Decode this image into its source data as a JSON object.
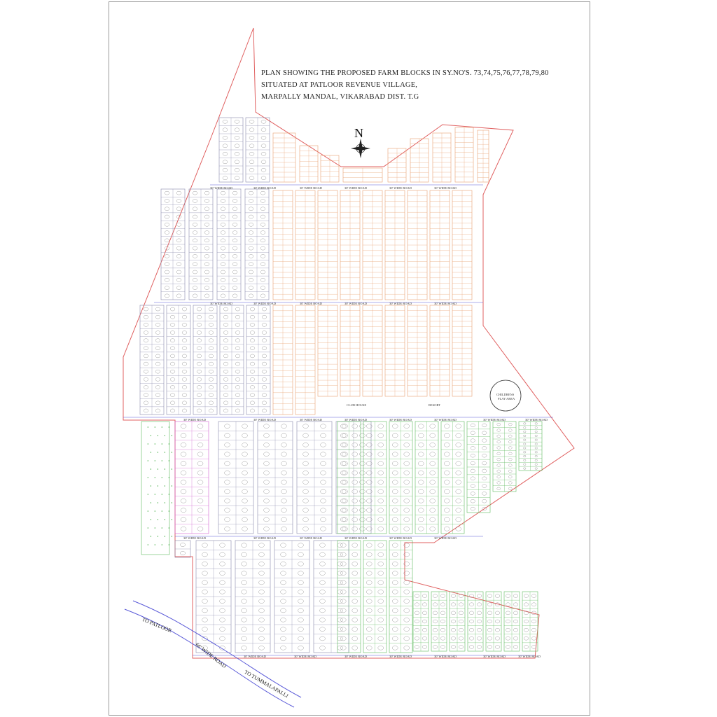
{
  "title_lines": [
    "PLAN SHOWING THE PROPOSED FARM BLOCKS IN SY.NO'S. 73,74,75,76,77,78,79,80",
    "SITUATED  AT PATLOOR REVENUE VILLAGE,",
    "MARPALLY MANDAL, VIKARABAD DIST. T.G"
  ],
  "north_label": "N",
  "road_label": "30' WIDE ROAD",
  "main_road": "66' WIDE ROAD",
  "to_patloor": "TO PATLOOR",
  "to_tummalapalli": "TO TUMMALAPALLI",
  "club_house": "CLUB HOUSE",
  "resort": "RESORT",
  "childrens_play_area": [
    "CHILDRENS",
    "PLAY AREA"
  ],
  "colors": {
    "boundary": "#e06060",
    "road": "#5a5ad8",
    "plot_orange": "#e8a070",
    "plot_green": "#5cb85c",
    "plot_pink": "#d060d0",
    "plot_grey": "#8888aa"
  }
}
